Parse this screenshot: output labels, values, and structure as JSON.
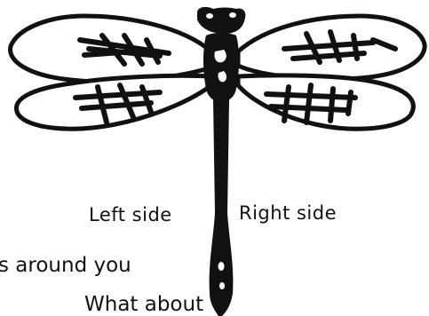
{
  "labels": {
    "left": "Left side",
    "right": "Right side"
  },
  "caption": {
    "line1": "s around you",
    "line2": "What about"
  },
  "colors": {
    "ink": "#111111",
    "paper": "#ffffff"
  },
  "illustration": "dragonfly"
}
